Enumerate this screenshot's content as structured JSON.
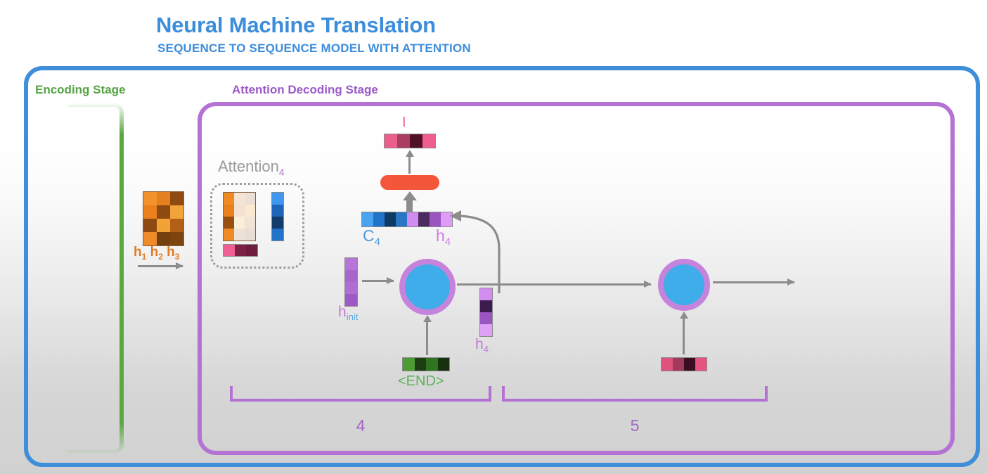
{
  "header": {
    "title": "Neural Machine Translation",
    "subtitle": "SEQUENCE TO SEQUENCE MODEL WITH ATTENTION",
    "title_color": "#3c8ddc"
  },
  "stages": {
    "encoding": {
      "label": "Encoding Stage",
      "color": "#55a344"
    },
    "decoding": {
      "label": "Attention Decoding Stage",
      "color": "#9b59c8"
    }
  },
  "frames": {
    "outer_border_color": "#3f8ed9",
    "decoder_border_color": "#b472d4",
    "encoder_bracket_color": "#5aa83f"
  },
  "encoder": {
    "hidden_states_label": "h₁ h₂ h₃",
    "label_color": "#e07b24",
    "matrix_rows": 4,
    "matrix_cols": 3,
    "matrix_colors": [
      [
        "#f2922b",
        "#e5801f",
        "#8f4a12"
      ],
      [
        "#e9801c",
        "#8e4a11",
        "#f2a43a"
      ],
      [
        "#8e4911",
        "#f3a235",
        "#b35f16"
      ],
      [
        "#ef8c28",
        "#74400f",
        "#7d440f"
      ]
    ]
  },
  "attention": {
    "title": "Attention",
    "title_subscript": "4",
    "title_color": "#9a9a9a",
    "subscript_color": "#b07ad0",
    "box_border_color": "#9d9d9d",
    "matrix_rows": 4,
    "matrix_cols": 3,
    "matrix_colors": [
      [
        "#f08b22",
        "#f5e4d6",
        "#ece0d6"
      ],
      [
        "#ea801c",
        "#f3e2d3",
        "#fbead1"
      ],
      [
        "#9a4f11",
        "#faefd9",
        "#f0e3d8"
      ],
      [
        "#ef8a24",
        "#eee1d7",
        "#e9ded5"
      ]
    ],
    "blue_column_colors": [
      "#3f97ef",
      "#1f64bb",
      "#123c6b",
      "#2073c8"
    ],
    "pink_bar_colors": [
      "#ef5f92",
      "#7c2144",
      "#6e1d3e"
    ]
  },
  "concat": {
    "c_label": "C",
    "c_subscript": "4",
    "c_label_color": "#4d9cdd",
    "h_label": "h",
    "h_subscript": "4",
    "h_label_color": "#cf7de8",
    "context_colors": [
      "#4aa3f0",
      "#2073c8",
      "#103a66",
      "#2a76c4"
    ],
    "hidden_colors": [
      "#d08cee",
      "#4c2a60",
      "#9a55c0",
      "#dd9cf5"
    ]
  },
  "feedforward": {
    "color": "#f4563a",
    "name": "feedforward-pill"
  },
  "output": {
    "word": "I",
    "word_color": "#ec5f86",
    "vector_colors": [
      "#ec5f8b",
      "#a93e62",
      "#521026",
      "#ef5f8e"
    ]
  },
  "rnn": {
    "fill_color": "#3fadea",
    "ring_color": "#c583dc",
    "cells": [
      "rnn-cell-step-4",
      "rnn-cell-step-5"
    ]
  },
  "hidden_init": {
    "label": "h",
    "subscript": "init",
    "label_color": "#c07ad8",
    "subscript_color": "#5aa8e0",
    "colors": [
      "#b675d8",
      "#a765ce",
      "#b06ed4",
      "#9d59c6"
    ]
  },
  "hidden_out": {
    "label": "h",
    "subscript": "4",
    "label_color": "#c07ad8",
    "colors": [
      "#d18df0",
      "#3c1c50",
      "#9a55c0",
      "#dfa0f7"
    ]
  },
  "inputs": {
    "token_end": "<END>",
    "token_end_color": "#5cb35a",
    "end_vector_colors": [
      "#4d9b34",
      "#1d3d12",
      "#2f7520",
      "#17300e"
    ],
    "step5_vector_colors": [
      "#e0517e",
      "#a03a5c",
      "#3c0c20",
      "#e4547f"
    ]
  },
  "timesteps": [
    {
      "label": "4",
      "name": "timestep-bracket-4"
    },
    {
      "label": "5",
      "name": "timestep-bracket-5"
    }
  ],
  "timestep_label_color": "#a267c4"
}
